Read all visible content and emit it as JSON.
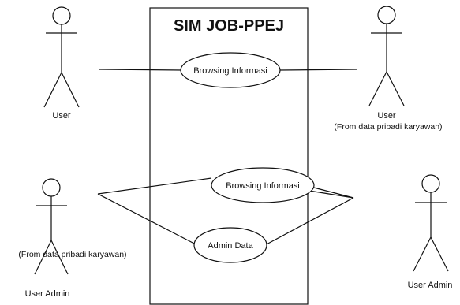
{
  "system": {
    "title": "SIM JOB-PPEJ"
  },
  "use_cases": [
    {
      "label": "Browsing Informasi"
    },
    {
      "label": "Browsing Informasi"
    },
    {
      "label": "Admin Data"
    }
  ],
  "actors": [
    {
      "label": "User",
      "note": ""
    },
    {
      "label": "User",
      "note": "(From data pribadi karyawan)"
    },
    {
      "label": "User Admin",
      "note": "(From data pribadi karyawan)"
    },
    {
      "label": "User Admin",
      "note": ""
    }
  ],
  "colors": {
    "line": "#111111",
    "background": "#ffffff"
  }
}
